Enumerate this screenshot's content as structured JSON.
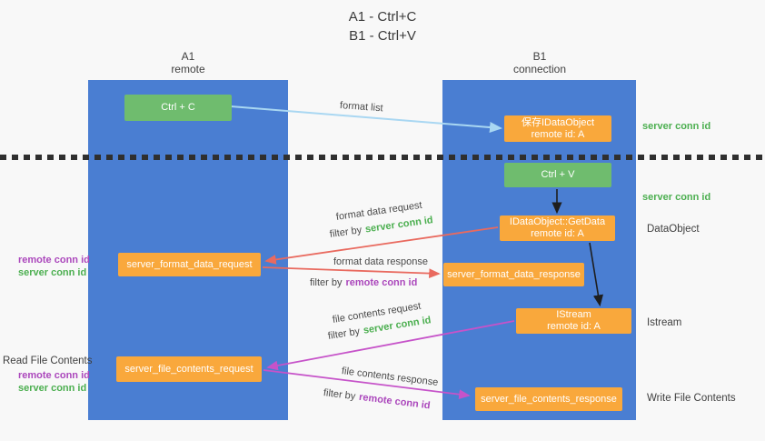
{
  "title": {
    "line1": "A1 - Ctrl+C",
    "line2": "B1 - Ctrl+V"
  },
  "columns": {
    "left": {
      "name": "A1",
      "role": "remote"
    },
    "right": {
      "name": "B1",
      "role": "connection"
    }
  },
  "boxes": {
    "ctrl_c": {
      "label": "Ctrl + C"
    },
    "save_dataobject": {
      "line1": "保存IDataObject",
      "line2": "remote id: A"
    },
    "ctrl_v": {
      "label": "Ctrl + V"
    },
    "getdata": {
      "line1": "IDataObject::GetData",
      "line2": "remote id: A"
    },
    "format_request": {
      "label": "server_format_data_request"
    },
    "format_response": {
      "label": "server_format_data_response"
    },
    "istream": {
      "line1": "IStream",
      "line2": "remote id: A"
    },
    "file_request": {
      "label": "server_file_contents_request"
    },
    "file_response": {
      "label": "server_file_contents_response"
    }
  },
  "arrow_labels": {
    "format_list": "format list",
    "format_data_request": "format data request",
    "format_data_response": "format data response",
    "file_contents_request": "file contents request",
    "file_contents_response": "file contents response",
    "filter_by": "filter by",
    "server_conn_id": "server conn id",
    "remote_conn_id": "remote conn id"
  },
  "side_labels": {
    "server_conn_id_top": "server conn id",
    "server_conn_id_mid": "server conn id",
    "dataobject": "DataObject",
    "istream": "Istream",
    "write_file_contents": "Write File Contents",
    "read_file_contents": "Read File Contents",
    "remote_conn_id": "remote conn id",
    "server_conn_id": "server conn id"
  },
  "colors": {
    "column_blue": "#4a7ed2",
    "box_green": "#6fbc6e",
    "box_orange": "#f9a83c",
    "green_text": "#4caf50",
    "purple_text": "#ab47bc",
    "arrow_red": "#e96a5f",
    "arrow_magenta": "#c653c9",
    "arrow_light_blue": "#a9d7f2",
    "arrow_black": "#1e1e1e"
  }
}
